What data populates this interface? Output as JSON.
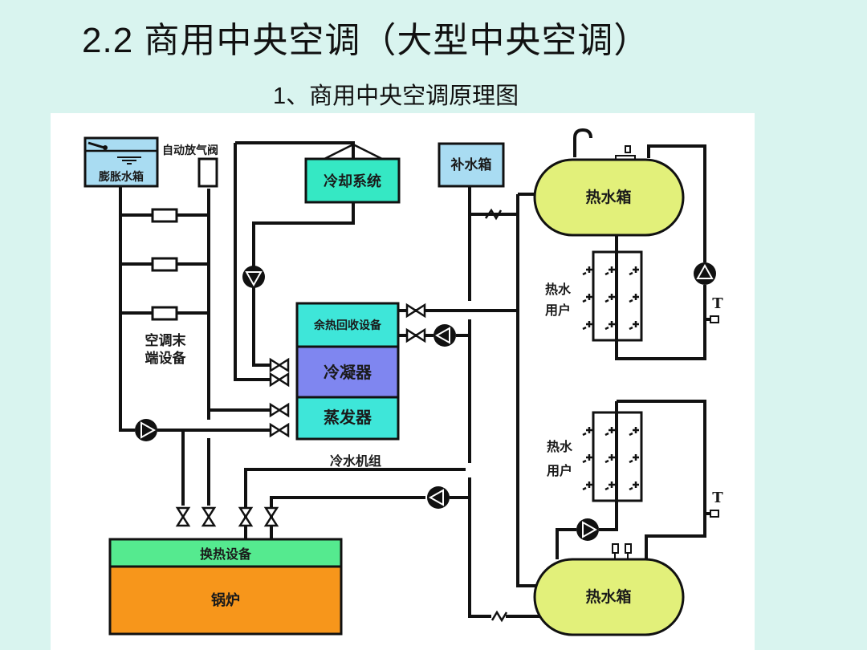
{
  "slide": {
    "title": "2.2 商用中央空调（大型中央空调）",
    "subtitle": "1、商用中央空调原理图",
    "background_color": "#d9f4ef"
  },
  "diagram": {
    "expansion_tank": {
      "label": "膨胀水箱",
      "color": "#a9dcf2"
    },
    "auto_air_valve": {
      "label": "自动放气阀"
    },
    "cooling_system": {
      "label": "冷却系统",
      "color": "#35e8c4"
    },
    "makeup_tank": {
      "label": "补水箱",
      "color": "#a9dcf2"
    },
    "hot_water_tank_top": {
      "label": "热水箱",
      "color": "#e2f07a"
    },
    "hot_water_tank_bottom": {
      "label": "热水箱",
      "color": "#e2f07a"
    },
    "hot_water_users_top": {
      "label_line1": "热水",
      "label_line2": "用户"
    },
    "hot_water_users_bottom": {
      "label_line1": "热水",
      "label_line2": "用户"
    },
    "ac_terminal": {
      "label_line1": "空调末",
      "label_line2": "端设备"
    },
    "chiller": {
      "label": "冷水机组",
      "heat_recovery": {
        "label": "余热回收设备",
        "color": "#3ee6d9"
      },
      "condenser": {
        "label": "冷凝器",
        "color": "#7f86f0"
      },
      "evaporator": {
        "label": "蒸发器",
        "color": "#3ee6d9"
      }
    },
    "heat_exchanger": {
      "label": "换热设备",
      "color": "#55ea8f"
    },
    "boiler": {
      "label": "锅炉",
      "color": "#f7961b"
    },
    "thermometer_symbol": "T"
  }
}
